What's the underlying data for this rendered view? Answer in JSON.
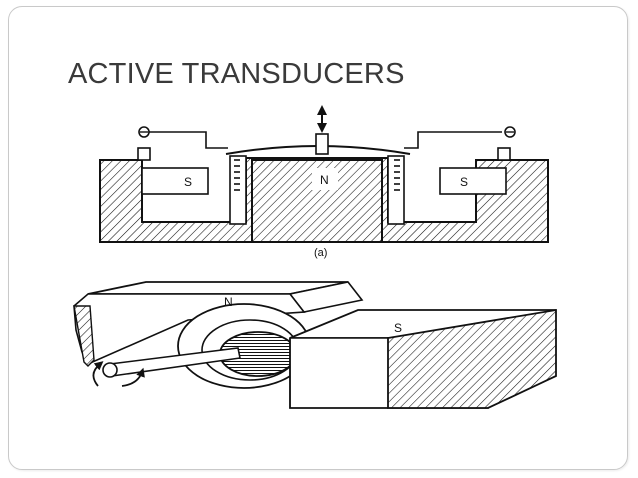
{
  "slide": {
    "title": "ACTIVE TRANSDUCERS"
  },
  "figure_a": {
    "pole_left": "S",
    "pole_center": "N",
    "pole_right": "S",
    "caption": "(a)"
  },
  "figure_b": {
    "pole_top": "N",
    "pole_right": "S"
  }
}
